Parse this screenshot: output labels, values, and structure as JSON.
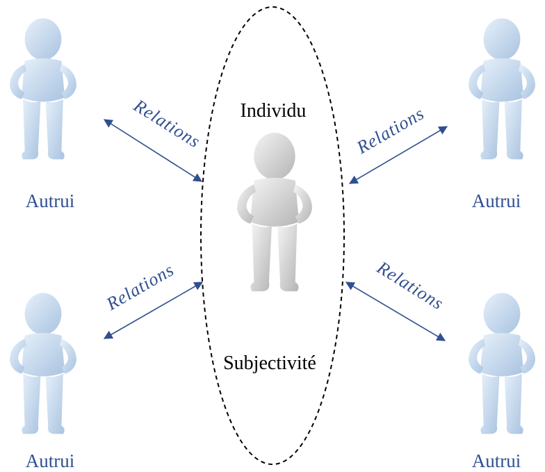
{
  "center": {
    "top_label": "Individu",
    "bottom_label": "Subjectivité",
    "figure_icon": "person-figure-icon"
  },
  "others": [
    {
      "label": "Autrui",
      "figure_icon": "person-figure-icon"
    },
    {
      "label": "Autrui",
      "figure_icon": "person-figure-icon"
    },
    {
      "label": "Autrui",
      "figure_icon": "person-figure-icon"
    },
    {
      "label": "Autrui",
      "figure_icon": "person-figure-icon"
    }
  ],
  "relations": [
    {
      "label": "Relations"
    },
    {
      "label": "Relations"
    },
    {
      "label": "Relations"
    },
    {
      "label": "Relations"
    }
  ],
  "colors": {
    "relations_text": "#2f4f8f",
    "autrui_text": "#2f4f8f",
    "arrow": "#2f4f8f",
    "ellipse_border": "#000000",
    "center_figure": "#dcdcdc",
    "other_figure": "#cfe0f2"
  }
}
